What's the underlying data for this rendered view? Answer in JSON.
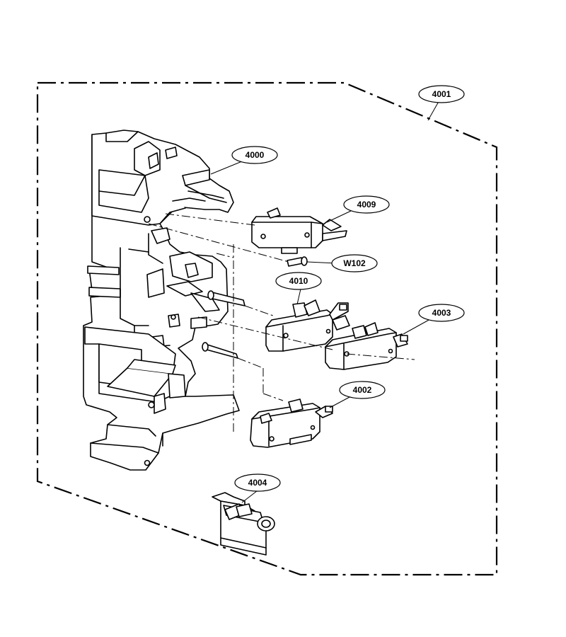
{
  "callouts": {
    "latch_board": "4000",
    "assembly": "4001",
    "switch_a": "4002",
    "switch_b": "4003",
    "lever": "4004",
    "switch_top": "4009",
    "switch_mid": "4010",
    "screw": "W102"
  }
}
